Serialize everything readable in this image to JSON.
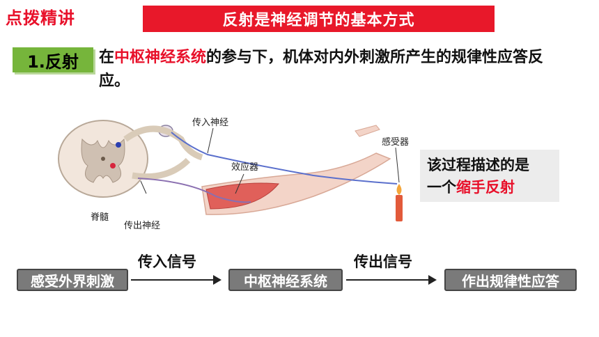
{
  "header": {
    "section_label": "点拨精讲",
    "title": "反射是神经调节的基本方式"
  },
  "term": {
    "badge": "1.反射",
    "definition_prefix": "在",
    "definition_highlight": "中枢神经系统",
    "definition_suffix": "的参与下，机体对内外刺激所产生的规律性应答反应。"
  },
  "diagram": {
    "labels": {
      "spinal_cord": "脊髓",
      "afferent_nerve": "传入神经",
      "efferent_nerve": "传出神经",
      "effector": "效应器",
      "receptor": "感受器"
    }
  },
  "note": {
    "line1": "该过程描述的是",
    "line2_prefix": "一个",
    "line2_highlight": "缩手反射"
  },
  "flow": {
    "steps": [
      "感受外界刺激",
      "中枢神经系统",
      "作出规律性应答"
    ],
    "arrows": [
      "传入信号",
      "传出信号"
    ]
  },
  "colors": {
    "accent_red": "#e8102a",
    "badge_green": "#76b53b",
    "flow_box_gray": "#7a7a7a"
  }
}
